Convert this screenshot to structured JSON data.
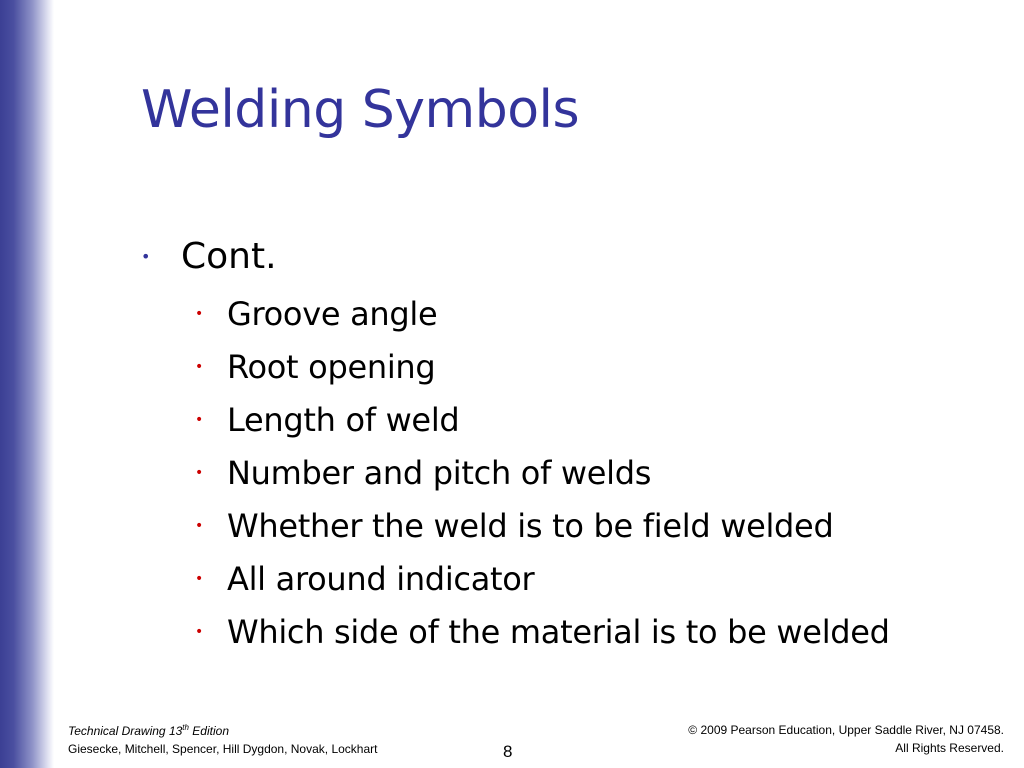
{
  "slide": {
    "title": "Welding Symbols",
    "bullet_level1": {
      "marker": "•",
      "text": "Cont."
    },
    "bullet_level2_marker": "•",
    "sub_items": [
      "Groove angle",
      "Root opening",
      "Length of weld",
      "Number and pitch of welds",
      "Whether the weld is to be field welded",
      "All around indicator",
      "Which side of the material is to be welded"
    ],
    "colors": {
      "title": "#33349b",
      "side_bar": "#3b3f94",
      "sub_bullet": "#cc0000"
    }
  },
  "footer": {
    "book_title": "Technical Drawing  13",
    "edition_sup": "th",
    "edition_word": " Edition",
    "authors": "Giesecke, Mitchell, Spencer, Hill Dygdon, Novak, Lockhart",
    "page_number": "8",
    "copyright_line1": "© 2009 Pearson Education, Upper Saddle River, NJ 07458.",
    "copyright_line2": "All Rights Reserved."
  }
}
